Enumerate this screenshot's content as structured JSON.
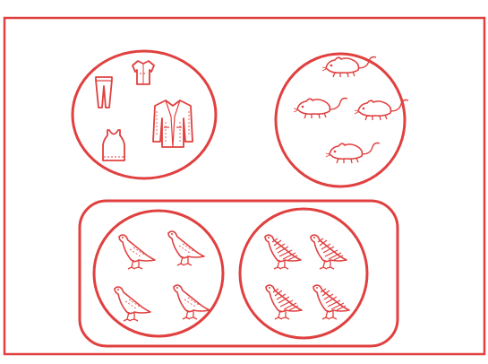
{
  "colors": {
    "line": "#e0403f",
    "background": "#ffffff"
  },
  "sets": {
    "clothes": {
      "items": [
        "trousers-icon",
        "shirt-icon",
        "tank-top-icon",
        "jacket-icon"
      ]
    },
    "mice": {
      "count": 4,
      "items": [
        "mouse-icon",
        "mouse-icon",
        "mouse-icon",
        "mouse-icon"
      ]
    },
    "group": {
      "sets": [
        {
          "name": "outline-birds",
          "count": 4,
          "style": "outline",
          "items": [
            "bird-icon",
            "bird-icon",
            "bird-icon",
            "bird-icon"
          ]
        },
        {
          "name": "hatched-birds",
          "count": 4,
          "style": "hatched",
          "items": [
            "bird-icon",
            "bird-icon",
            "bird-icon",
            "bird-icon"
          ]
        }
      ]
    }
  }
}
